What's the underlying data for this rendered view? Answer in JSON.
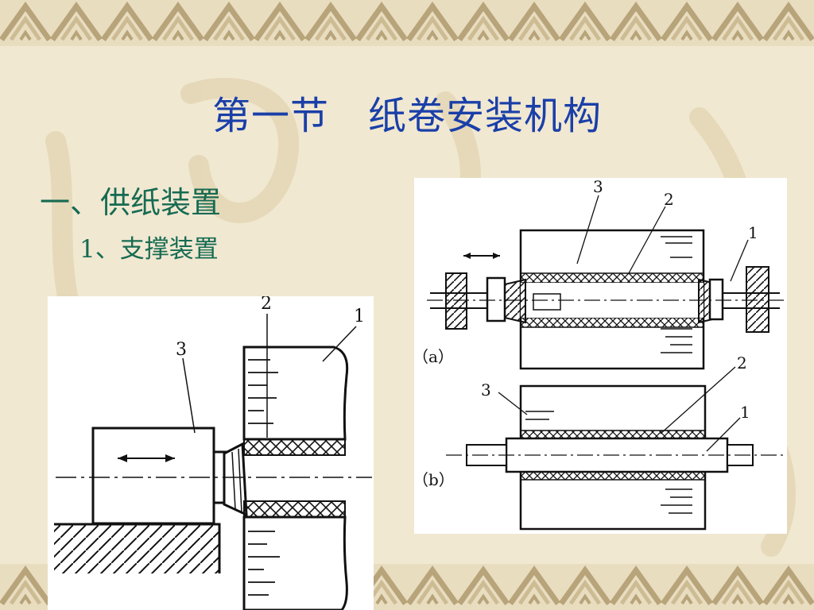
{
  "slide": {
    "title": "第一节　纸卷安装机构",
    "bullet_1": "一、供纸装置",
    "bullet_2": "1、支撑装置"
  },
  "figure_left": {
    "labels": [
      "1",
      "2",
      "3"
    ]
  },
  "figure_right": {
    "part_a": {
      "caption": "（a）",
      "labels": [
        "1",
        "2",
        "3"
      ]
    },
    "part_b": {
      "caption": "（b）",
      "labels": [
        "1",
        "2",
        "3"
      ]
    }
  },
  "colors": {
    "title": "#1a3fa8",
    "bullets": "#166b52",
    "background": "#f1e8d2",
    "border_pattern": "#b8a47a"
  }
}
